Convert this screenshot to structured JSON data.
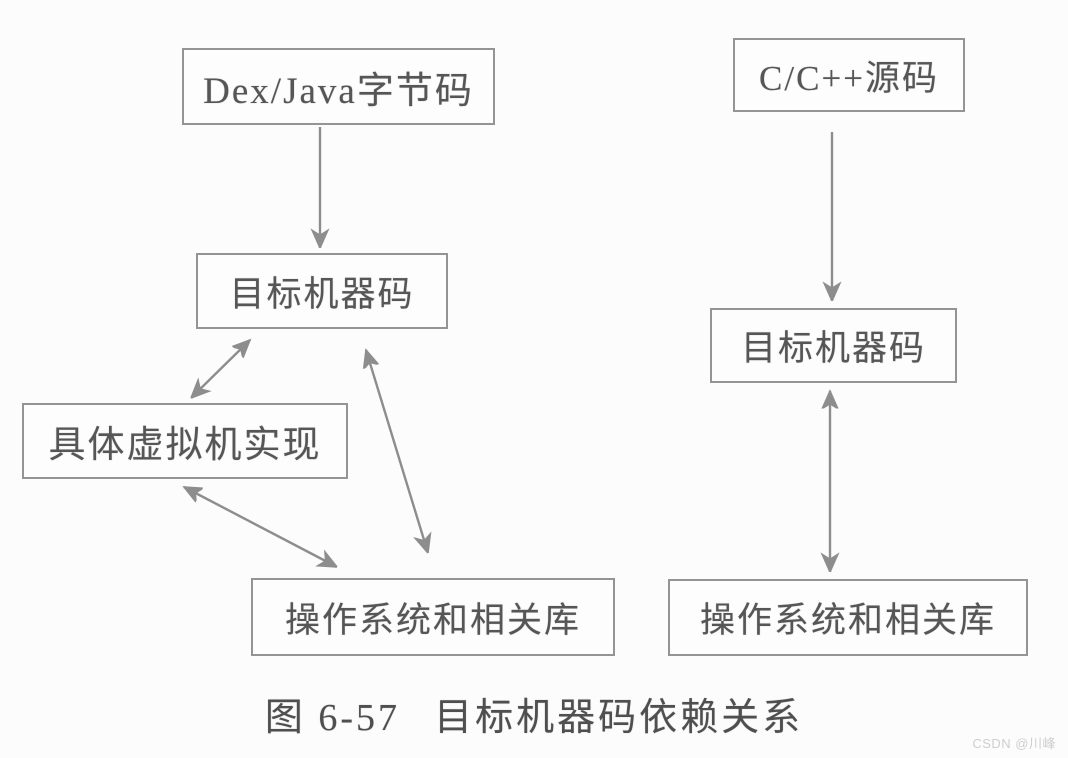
{
  "figure": {
    "caption_label": "图 6-57",
    "caption_title": "目标机器码依赖关系",
    "watermark": "CSDN @川峰"
  },
  "diagram": {
    "left": {
      "nodes": [
        {
          "id": "dex-java-bytecode",
          "label": "Dex/Java字节码"
        },
        {
          "id": "target-machine-code",
          "label": "目标机器码"
        },
        {
          "id": "vm-implementation",
          "label": "具体虚拟机实现"
        },
        {
          "id": "os-and-libraries",
          "label": "操作系统和相关库"
        }
      ],
      "edges": [
        {
          "from": "dex-java-bytecode",
          "to": "target-machine-code",
          "type": "one-way-down"
        },
        {
          "from": "target-machine-code",
          "to": "vm-implementation",
          "type": "two-way"
        },
        {
          "from": "target-machine-code",
          "to": "os-and-libraries",
          "type": "two-way"
        },
        {
          "from": "vm-implementation",
          "to": "os-and-libraries",
          "type": "two-way"
        }
      ]
    },
    "right": {
      "nodes": [
        {
          "id": "c-cpp-source",
          "label": "C/C++源码"
        },
        {
          "id": "target-machine-code",
          "label": "目标机器码"
        },
        {
          "id": "os-and-libraries",
          "label": "操作系统和相关库"
        }
      ],
      "edges": [
        {
          "from": "c-cpp-source",
          "to": "target-machine-code",
          "type": "one-way-down"
        },
        {
          "from": "target-machine-code",
          "to": "os-and-libraries",
          "type": "two-way"
        }
      ]
    }
  },
  "colors": {
    "background": "#fcfcfc",
    "box_border": "#949494",
    "box_text": "#565656",
    "arrow": "#8d8d8d",
    "caption_text": "#4f4f4f",
    "watermark_text": "#cecece"
  }
}
